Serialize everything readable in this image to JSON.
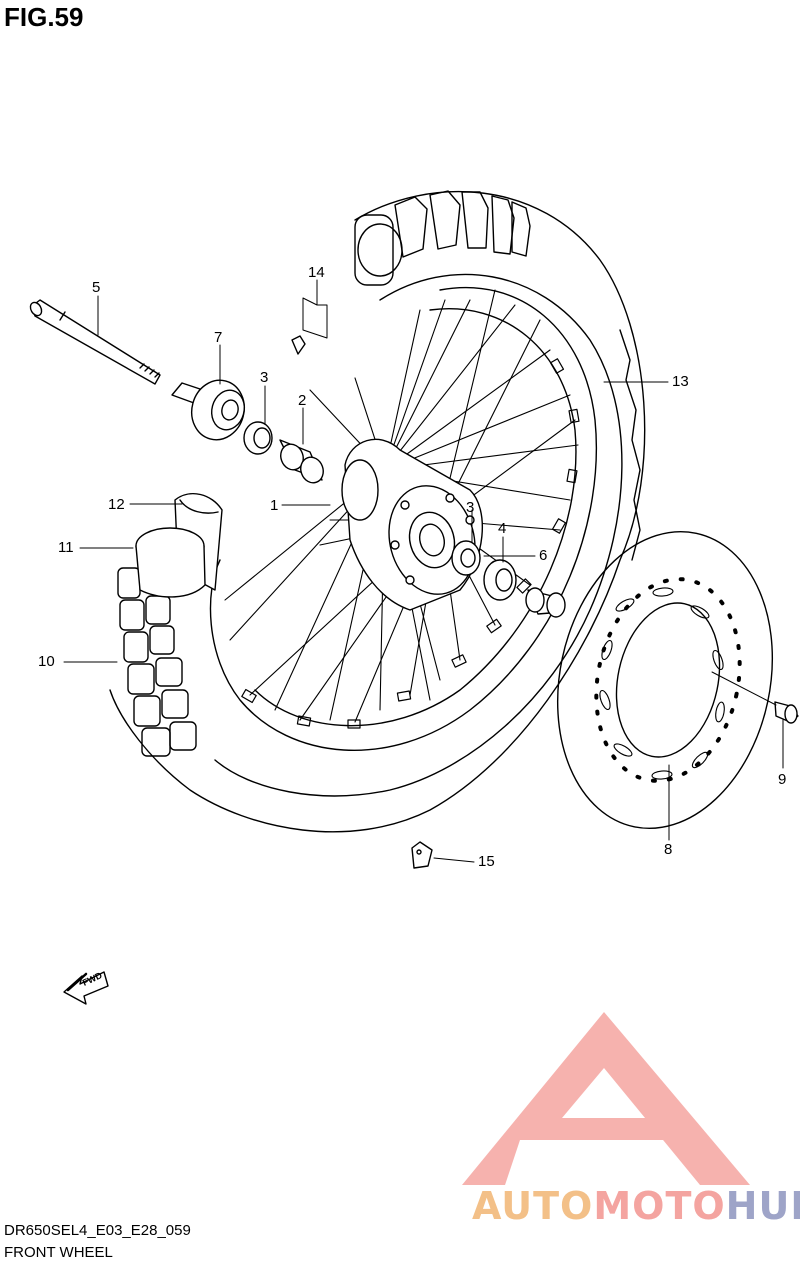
{
  "figure": {
    "title": "FIG.59",
    "fwd_label": "FWD"
  },
  "callouts": [
    {
      "id": "5",
      "label": "5"
    },
    {
      "id": "7",
      "label": "7"
    },
    {
      "id": "3a",
      "label": "3"
    },
    {
      "id": "14",
      "label": "14"
    },
    {
      "id": "2",
      "label": "2"
    },
    {
      "id": "13",
      "label": "13"
    },
    {
      "id": "12",
      "label": "12"
    },
    {
      "id": "1",
      "label": "1"
    },
    {
      "id": "3b",
      "label": "3"
    },
    {
      "id": "4",
      "label": "4"
    },
    {
      "id": "6",
      "label": "6"
    },
    {
      "id": "11",
      "label": "11"
    },
    {
      "id": "10",
      "label": "10"
    },
    {
      "id": "9",
      "label": "9"
    },
    {
      "id": "8",
      "label": "8"
    },
    {
      "id": "15",
      "label": "15"
    }
  ],
  "footer": {
    "code": "DR650SEL4_E03_E28_059",
    "name": "FRONT WHEEL"
  },
  "watermark": {
    "part1": "AUTO",
    "part2": "MOTO",
    "part3": "HUB",
    "colors": {
      "auto": "#f3c088",
      "moto": "#f4a4a0",
      "hub": "#9ea4c8",
      "triangle": "#f4a4a0"
    }
  }
}
